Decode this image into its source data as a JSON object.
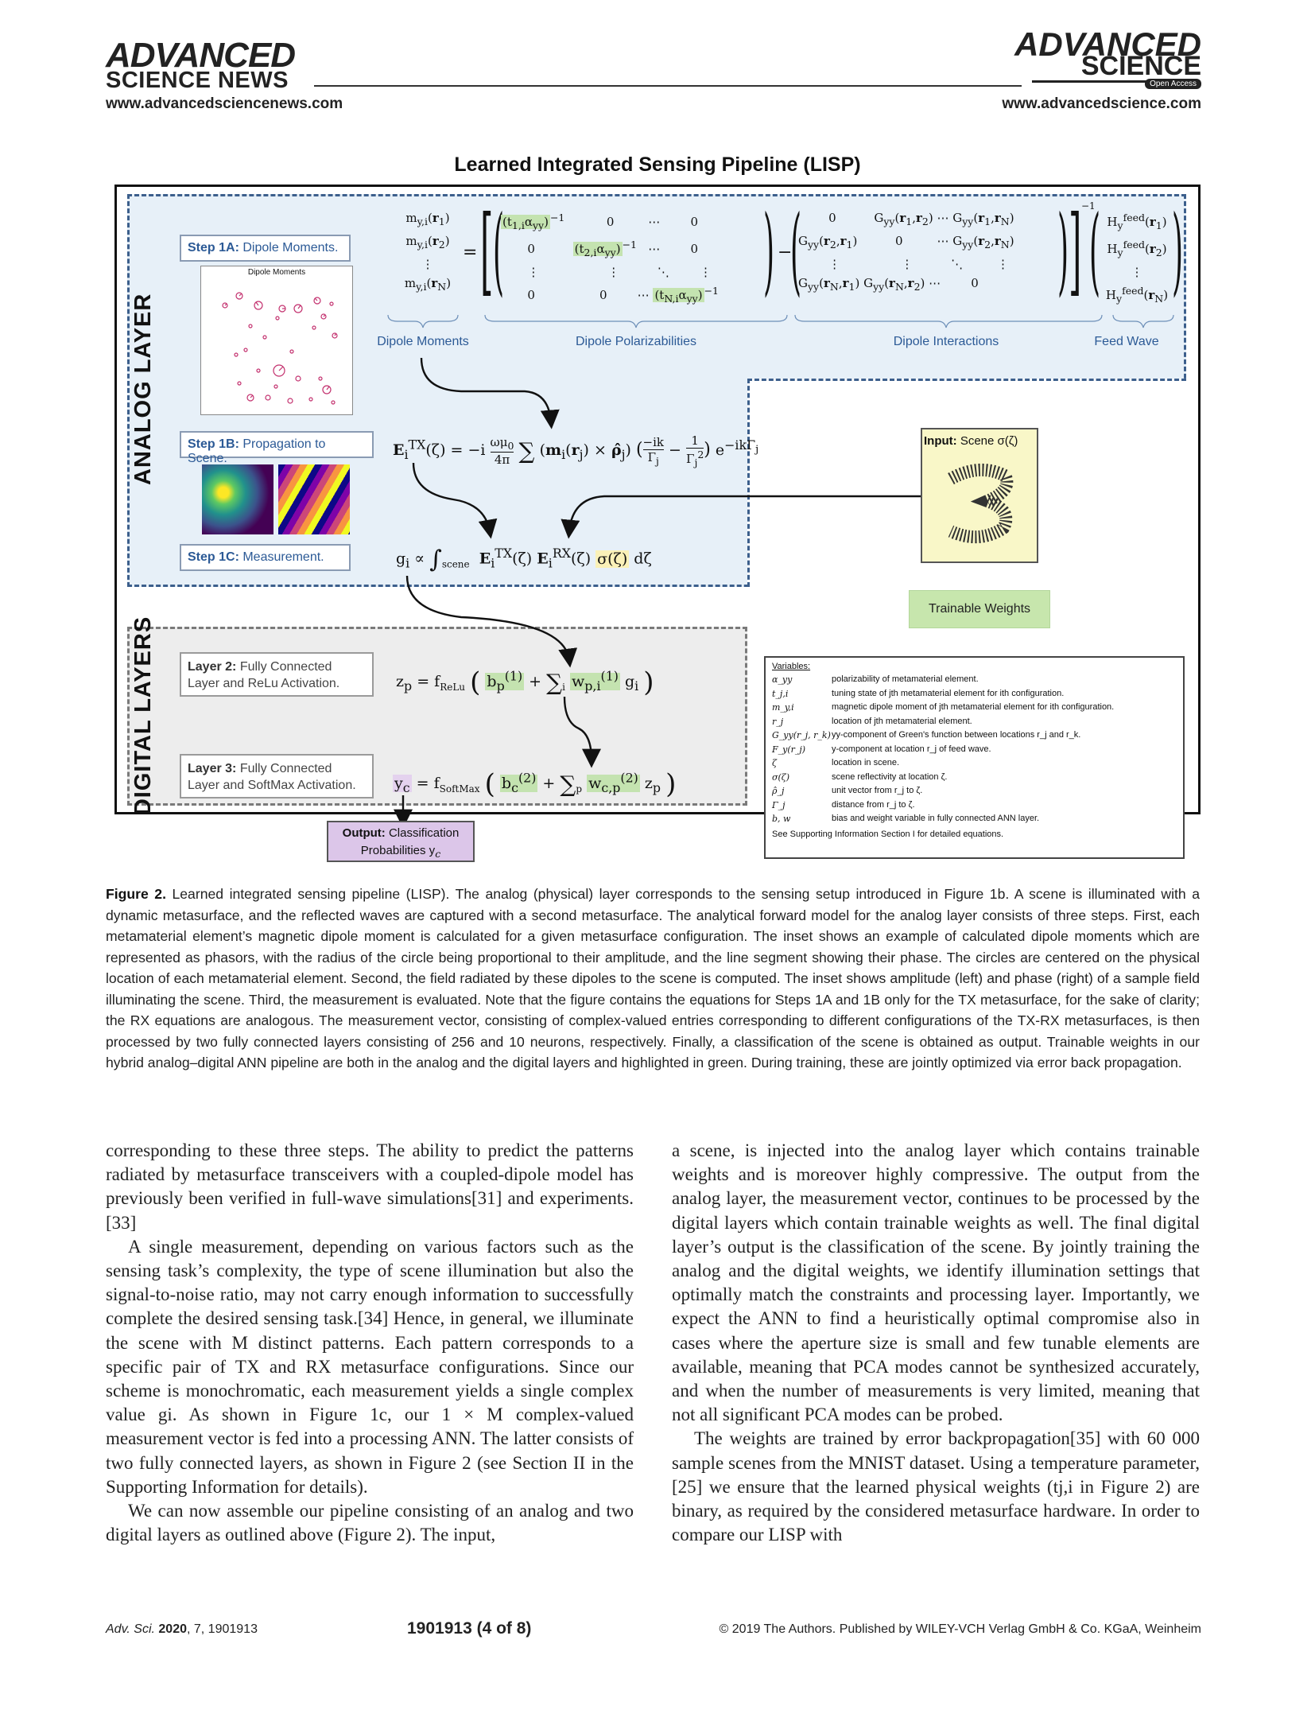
{
  "header": {
    "journal_logo_line1": "ADVANCED",
    "journal_logo_line2": "SCIENCE NEWS",
    "left_url": "www.advancedsciencenews.com",
    "right_logo_line1": "ADVANCED",
    "right_logo_line2": "SCIENCE",
    "open_access": "Open Access",
    "right_url": "www.advancedscience.com"
  },
  "figure": {
    "title": "Learned Integrated Sensing Pipeline (LISP)",
    "analog_label": "ANALOG LAYER",
    "digital_label": "DIGITAL LAYERS",
    "step1a_bold": "Step 1A:",
    "step1a_text": " Dipole Moments.",
    "step1b_bold": "Step 1B:",
    "step1b_text": " Propagation to Scene.",
    "step1c_bold": "Step 1C:",
    "step1c_text": " Measurement.",
    "inset_title": "Dipole Moments",
    "layer2_bold": "Layer 2:",
    "layer2_text": " Fully Connected Layer and ReLu Activation.",
    "layer3_bold": "Layer 3:",
    "layer3_text": " Fully Connected Layer and SoftMax Activation.",
    "group_labels": {
      "dipole_moments": "Dipole Moments",
      "dipole_polarizabilities": "Dipole Polarizabilities",
      "dipole_interactions": "Dipole Interactions",
      "feed_wave": "Feed Wave"
    },
    "input_bold": "Input:",
    "input_text": " Scene σ(ζ)",
    "trainable_weights": "Trainable Weights",
    "output_bold": "Output:",
    "output_text": " Classification Probabilities y",
    "output_sub": "c",
    "variables_title": "Variables:",
    "variables": [
      {
        "sym": "α_yy",
        "desc": "polarizability of metamaterial element."
      },
      {
        "sym": "t_j,i",
        "desc": "tuning state of jth metamaterial element for ith configuration."
      },
      {
        "sym": "m_y,i",
        "desc": "magnetic dipole moment of jth metamaterial element for ith configuration."
      },
      {
        "sym": "r_j",
        "desc": "location of jth metamaterial element."
      },
      {
        "sym": "G_yy(r_j, r_k)",
        "desc": "yy-component of Green's function between locations r_j and r_k."
      },
      {
        "sym": "F_y(r_j)",
        "desc": "y-component at location r_j of feed wave."
      },
      {
        "sym": "ζ",
        "desc": "location in scene."
      },
      {
        "sym": "σ(ζ)",
        "desc": "scene reflectivity at location ζ."
      },
      {
        "sym": "ρ̂_j",
        "desc": "unit vector from r_j to ζ."
      },
      {
        "sym": "Γ_j",
        "desc": "distance from r_j to ζ."
      },
      {
        "sym": "b, w",
        "desc": "bias and weight variable in fully connected ANN layer."
      }
    ],
    "variables_footer": "See Supporting Information Section I for detailed equations."
  },
  "caption": {
    "label": "Figure 2.",
    "text": "  Learned integrated sensing pipeline (LISP). The analog (physical) layer corresponds to the sensing setup introduced in Figure 1b. A scene is illuminated with a dynamic metasurface, and the reflected waves are captured with a second metasurface. The analytical forward model for the analog layer consists of three steps. First, each metamaterial element’s magnetic dipole moment is calculated for a given metasurface configuration. The inset shows an example of calculated dipole moments which are represented as phasors, with the radius of the circle being proportional to their amplitude, and the line segment showing their phase. The circles are centered on the physical location of each metamaterial element. Second, the field radiated by these dipoles to the scene is computed. The inset shows amplitude (left) and phase (right) of a sample field illuminating the scene. Third, the measurement is evaluated. Note that the figure contains the equations for Steps 1A and 1B only for the TX metasurface, for the sake of clarity; the RX equations are analogous. The measurement vector, consisting of complex-valued entries corresponding to different configurations of the TX-RX metasurfaces, is then processed by two fully connected layers consisting of 256 and 10 neurons, respectively. Finally, a classification of the scene is obtained as output. Trainable weights in our hybrid analog–digital ANN pipeline are both in the analog and the digital layers and highlighted in green. During training, these are jointly optimized via error back propagation."
  },
  "body": {
    "left": [
      "corresponding to these three steps. The ability to predict the patterns radiated by metasurface transceivers with a coupled-dipole model has previously been verified in full-wave simulations[31] and experiments.[33]",
      "A single measurement, depending on various factors such as the sensing task’s complexity, the type of scene illumination but also the signal-to-noise ratio, may not carry enough information to successfully complete the desired sensing task.[34] Hence, in general, we illuminate the scene with M distinct patterns. Each pattern corresponds to a specific pair of TX and RX metasurface configurations. Since our scheme is monochromatic, each measurement yields a single complex value gi. As shown in Figure 1c, our 1 × M complex-valued measurement vector is fed into a processing ANN. The latter consists of two fully connected layers, as shown in Figure 2 (see Section II in the Supporting Information for details).",
      "We can now assemble our pipeline consisting of an analog and two digital layers as outlined above (Figure 2). The input,"
    ],
    "right": [
      "a scene, is injected into the analog layer which contains trainable weights and is moreover highly compressive. The output from the analog layer, the measurement vector, continues to be processed by the digital layers which contain trainable weights as well. The final digital layer’s output is the classification of the scene. By jointly training the analog and the digital weights, we identify illumination settings that optimally match the constraints and processing layer. Importantly, we expect the ANN to find a heuristically optimal compromise also in cases where the aperture size is small and few tunable elements are available, meaning that PCA modes cannot be synthesized accurately, and when the number of measurements is very limited, meaning that not all significant PCA modes can be probed.",
      "The weights are trained by error backpropagation[35] with 60 000 sample scenes from the MNIST dataset. Using a temperature parameter,[25] we ensure that the learned physical weights (tj,i in Figure 2) are binary, as required by the considered metasurface hardware. In order to compare our LISP with"
    ]
  },
  "footer": {
    "citation_journal": "Adv. Sci.",
    "citation_year": "2020",
    "citation_rest": ", 7, 1901913",
    "page": "1901913  (4 of 8)",
    "copyright": "© 2019 The Authors. Published by WILEY-VCH Verlag GmbH & Co. KGaA, Weinheim"
  },
  "colors": {
    "analog_bg": "#e7f0f8",
    "analog_border": "#3c5f8c",
    "digital_bg": "#ededed",
    "trainable_green": "#c7e6ad",
    "input_yellow": "#f9f7c8",
    "output_purple": "#dcc6e9",
    "step_blue": "#2c5a96"
  }
}
